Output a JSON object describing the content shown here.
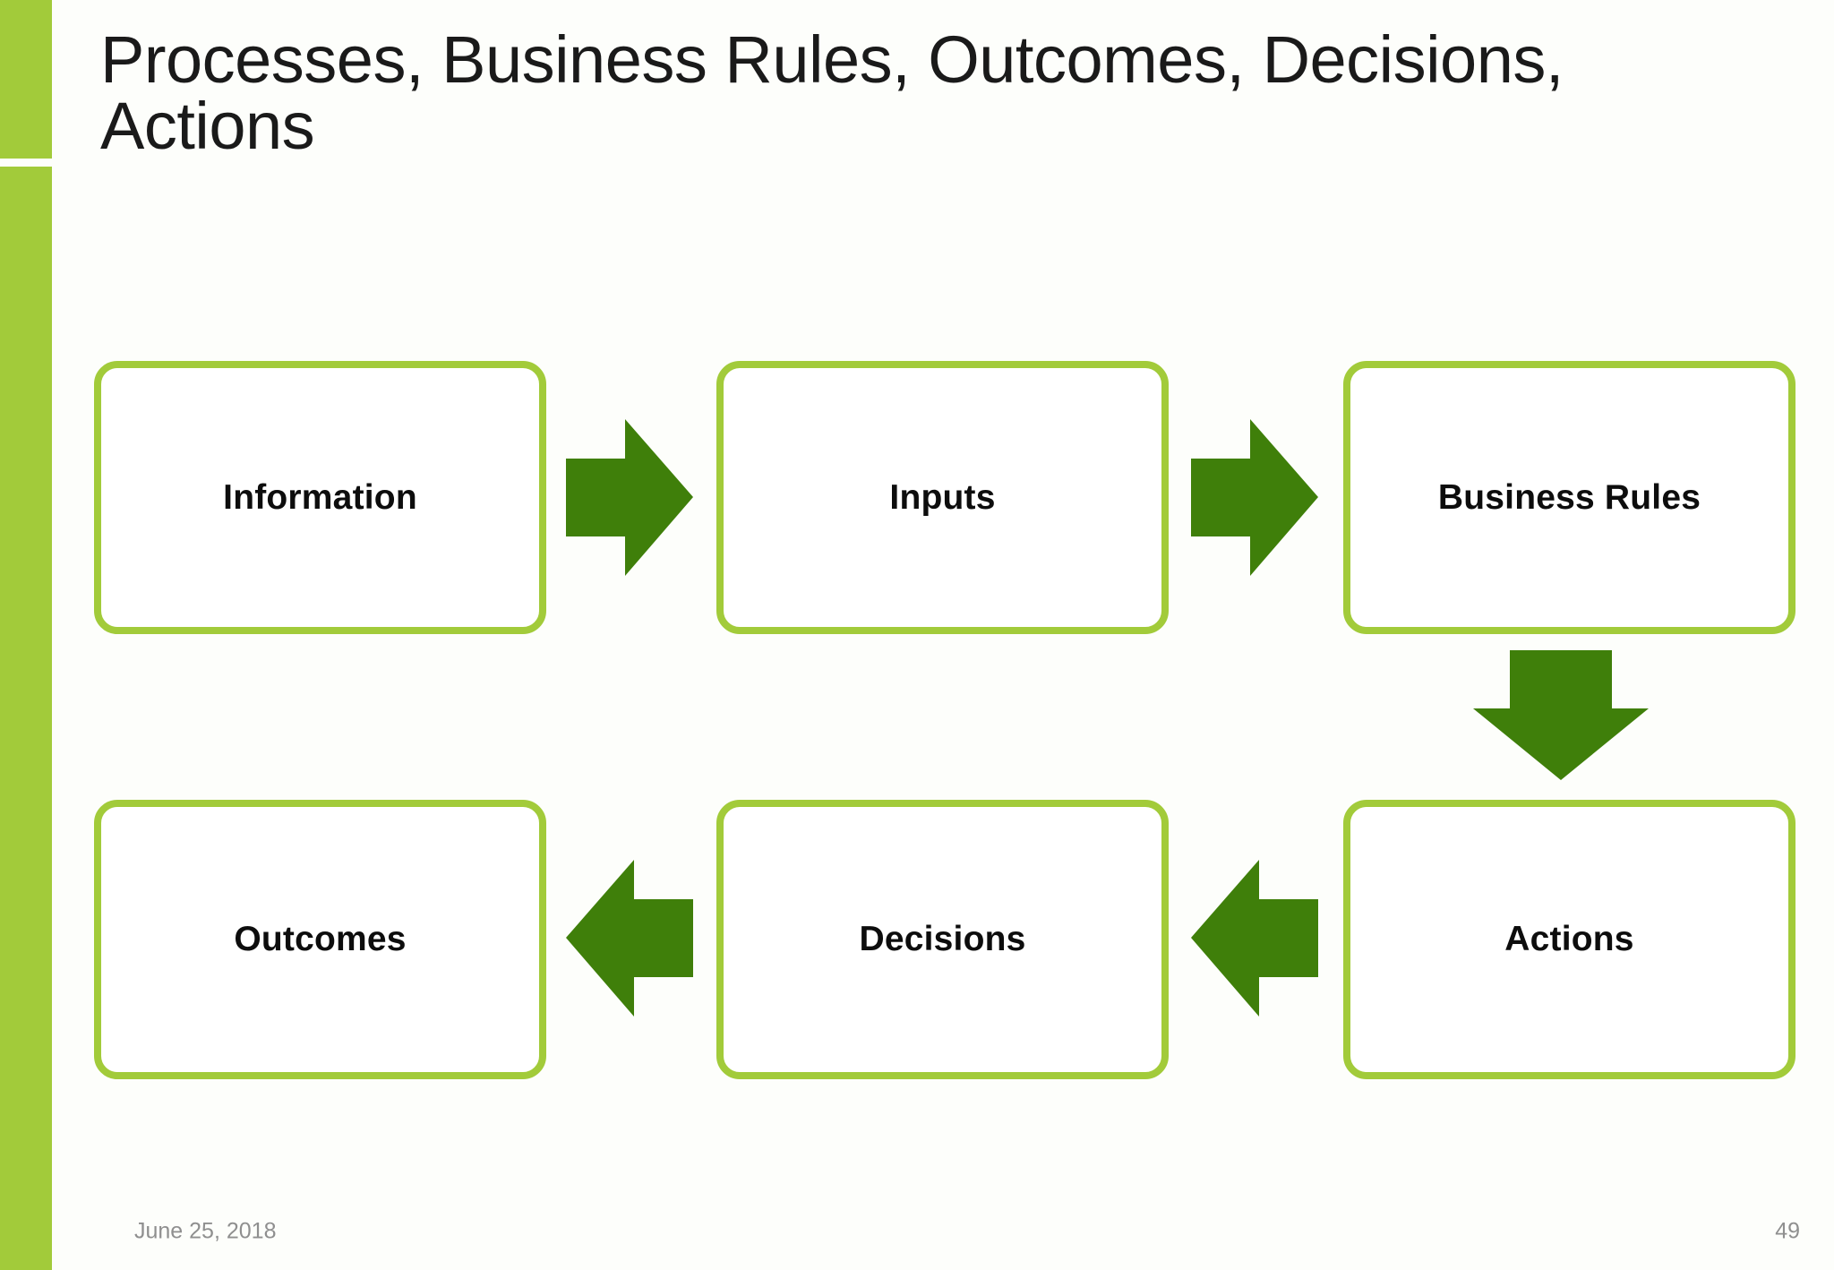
{
  "slide": {
    "title": "Processes, Business Rules, Outcomes, Decisions,\nActions",
    "colors": {
      "accent_green": "#a2cb3a",
      "arrow_green": "#3f7f0a",
      "background": "#fdfefb",
      "text": "#0d0d0d",
      "footer_text": "#8f8f8f"
    }
  },
  "diagram": {
    "type": "process-flow",
    "nodes": [
      {
        "id": "information",
        "label": "Information",
        "row": 1,
        "col": 1
      },
      {
        "id": "inputs",
        "label": "Inputs",
        "row": 1,
        "col": 2
      },
      {
        "id": "business-rules",
        "label": "Business Rules",
        "row": 1,
        "col": 3
      },
      {
        "id": "actions",
        "label": "Actions",
        "row": 2,
        "col": 3
      },
      {
        "id": "decisions",
        "label": "Decisions",
        "row": 2,
        "col": 2
      },
      {
        "id": "outcomes",
        "label": "Outcomes",
        "row": 2,
        "col": 1
      }
    ],
    "connectors": [
      {
        "from": "information",
        "to": "inputs",
        "direction": "right"
      },
      {
        "from": "inputs",
        "to": "business-rules",
        "direction": "right"
      },
      {
        "from": "business-rules",
        "to": "actions",
        "direction": "down"
      },
      {
        "from": "actions",
        "to": "decisions",
        "direction": "left"
      },
      {
        "from": "decisions",
        "to": "outcomes",
        "direction": "left"
      }
    ]
  },
  "footer": {
    "date": "June 25, 2018",
    "page_number": "49"
  }
}
